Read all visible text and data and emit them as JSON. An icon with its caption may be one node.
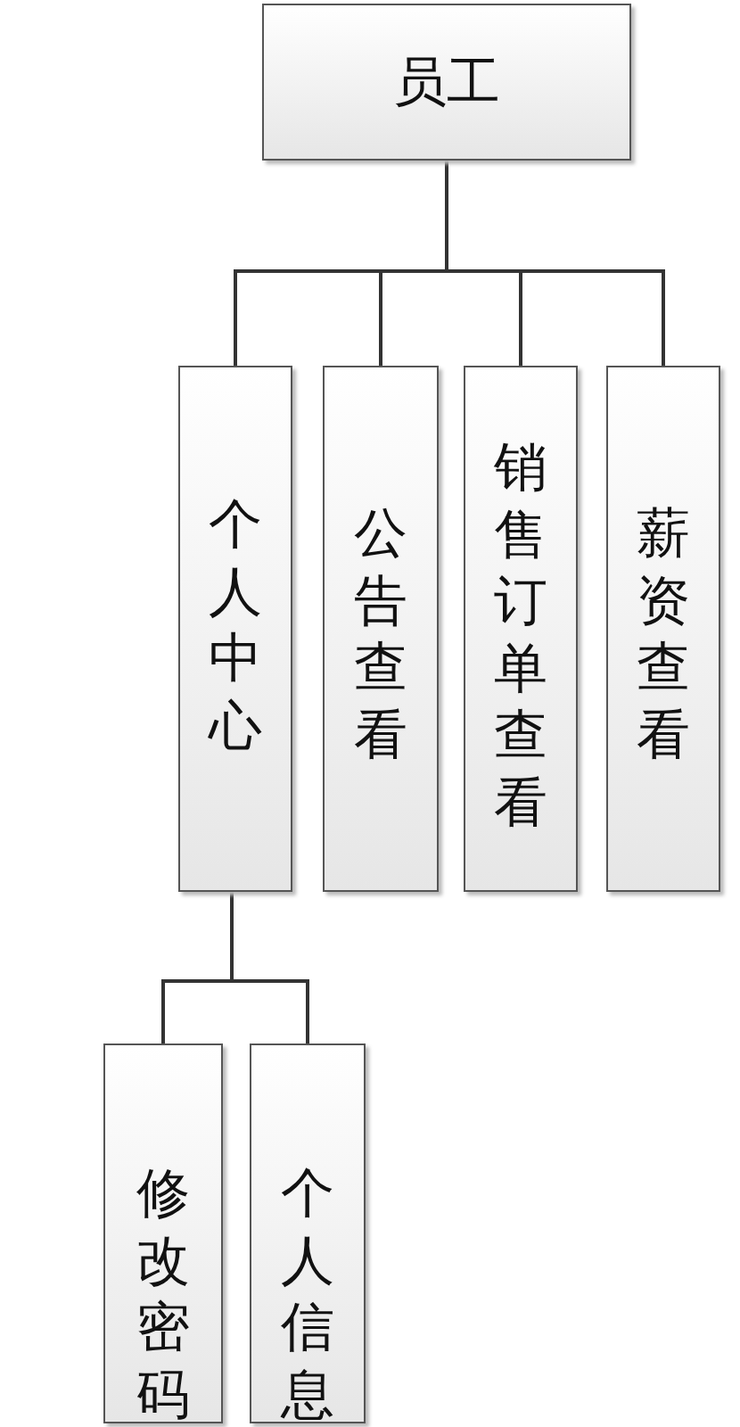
{
  "diagram": {
    "nodes": [
      {
        "text": [
          "员工"
        ]
      },
      {
        "text": [
          "个人中心"
        ]
      },
      {
        "text": [
          "公告查看"
        ]
      },
      {
        "text": [
          "销售订单查看"
        ]
      },
      {
        "text": [
          "薪资查看"
        ]
      },
      {
        "text": [
          "修改密码"
        ]
      },
      {
        "text": [
          "个人信息"
        ]
      }
    ],
    "edges": [
      {
        "from": 0,
        "to": 1,
        "arrow": "none"
      },
      {
        "from": 0,
        "to": 2,
        "arrow": "none"
      },
      {
        "from": 0,
        "to": 3,
        "arrow": "none"
      },
      {
        "from": 0,
        "to": 4,
        "arrow": "none"
      },
      {
        "from": 1,
        "to": 5,
        "arrow": "none"
      },
      {
        "from": 1,
        "to": 6,
        "arrow": "none"
      }
    ]
  }
}
